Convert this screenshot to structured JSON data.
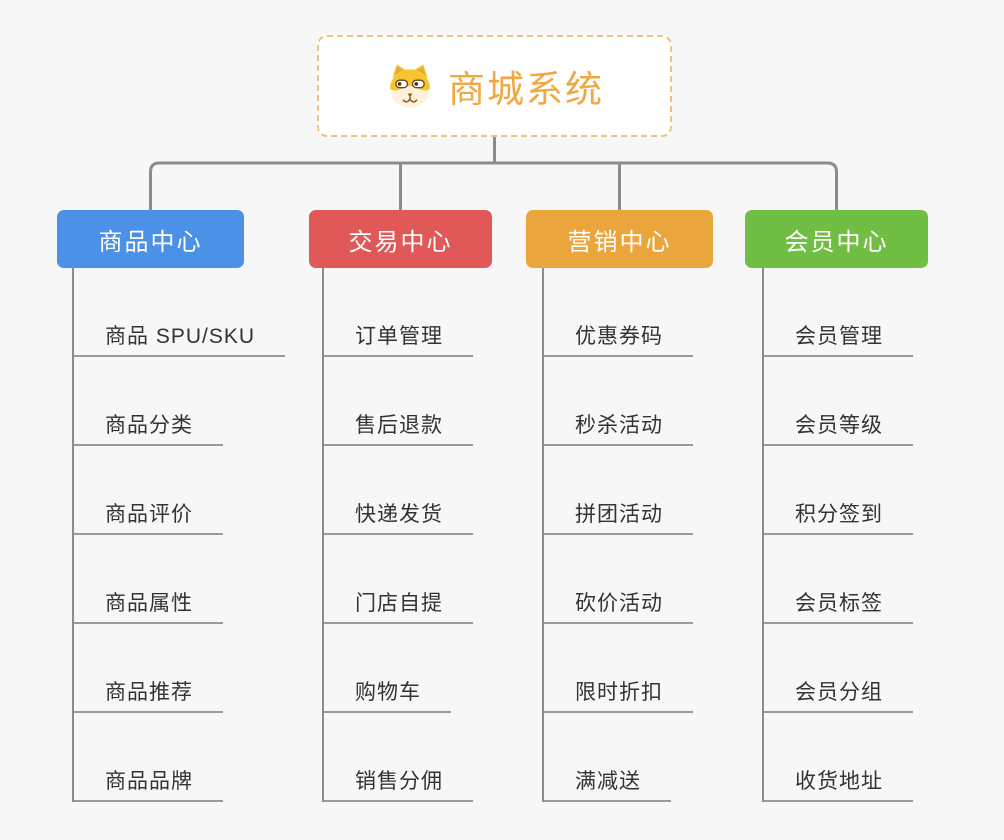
{
  "background_color": "#F7F7F7",
  "connector_color": "#8C8C8C",
  "underline_color": "#9A9A9A",
  "root": {
    "label": "商城系统",
    "icon": "doge-dog-face-icon",
    "text_color": "#F0A843",
    "border_color": "#EFC182"
  },
  "branches": [
    {
      "label": "商品中心",
      "color": "#4B91E7",
      "children": [
        "商品 SPU/SKU",
        "商品分类",
        "商品评价",
        "商品属性",
        "商品推荐",
        "商品品牌"
      ]
    },
    {
      "label": "交易中心",
      "color": "#E05858",
      "children": [
        "订单管理",
        "售后退款",
        "快递发货",
        "门店自提",
        "购物车",
        "销售分佣"
      ]
    },
    {
      "label": "营销中心",
      "color": "#EAA63D",
      "children": [
        "优惠券码",
        "秒杀活动",
        "拼团活动",
        "砍价活动",
        "限时折扣",
        "满减送"
      ]
    },
    {
      "label": "会员中心",
      "color": "#70BE44",
      "children": [
        "会员管理",
        "会员等级",
        "积分签到",
        "会员标签",
        "会员分组",
        "收货地址"
      ]
    }
  ]
}
